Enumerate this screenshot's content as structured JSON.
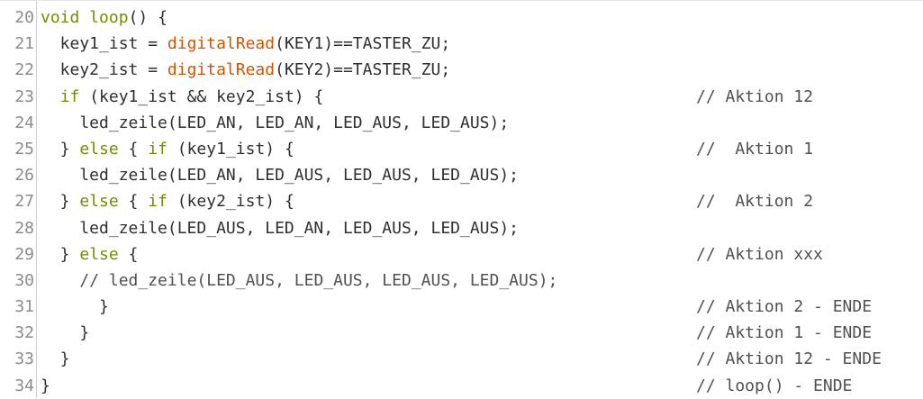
{
  "editor": {
    "lines": [
      {
        "num": "20",
        "parts": [
          {
            "t": "void",
            "c": "kw"
          },
          {
            "t": " ",
            "c": ""
          },
          {
            "t": "loop",
            "c": "kw"
          },
          {
            "t": "() {",
            "c": ""
          }
        ],
        "comment": ""
      },
      {
        "num": "21",
        "parts": [
          {
            "t": "  key1_ist = ",
            "c": ""
          },
          {
            "t": "digitalRead",
            "c": "fn"
          },
          {
            "t": "(KEY1)==TASTER_ZU;",
            "c": ""
          }
        ],
        "comment": ""
      },
      {
        "num": "22",
        "parts": [
          {
            "t": "  key2_ist = ",
            "c": ""
          },
          {
            "t": "digitalRead",
            "c": "fn"
          },
          {
            "t": "(KEY2)==TASTER_ZU;",
            "c": ""
          }
        ],
        "comment": ""
      },
      {
        "num": "23",
        "parts": [
          {
            "t": "  ",
            "c": ""
          },
          {
            "t": "if",
            "c": "kw"
          },
          {
            "t": " (key1_ist && key2_ist) {",
            "c": ""
          }
        ],
        "comment": "// Aktion 12"
      },
      {
        "num": "24",
        "parts": [
          {
            "t": "    led_zeile(LED_AN, LED_AN, LED_AUS, LED_AUS);",
            "c": ""
          }
        ],
        "comment": ""
      },
      {
        "num": "25",
        "parts": [
          {
            "t": "  } ",
            "c": ""
          },
          {
            "t": "else",
            "c": "kw"
          },
          {
            "t": " { ",
            "c": ""
          },
          {
            "t": "if",
            "c": "kw"
          },
          {
            "t": " (key1_ist) {",
            "c": ""
          }
        ],
        "comment": "//  Aktion 1"
      },
      {
        "num": "26",
        "parts": [
          {
            "t": "    led_zeile(LED_AN, LED_AUS, LED_AUS, LED_AUS);",
            "c": ""
          }
        ],
        "comment": ""
      },
      {
        "num": "27",
        "parts": [
          {
            "t": "  } ",
            "c": ""
          },
          {
            "t": "else",
            "c": "kw"
          },
          {
            "t": " { ",
            "c": ""
          },
          {
            "t": "if",
            "c": "kw"
          },
          {
            "t": " (key2_ist) {",
            "c": ""
          }
        ],
        "comment": "//  Aktion 2"
      },
      {
        "num": "28",
        "parts": [
          {
            "t": "    led_zeile(LED_AUS, LED_AN, LED_AUS, LED_AUS);",
            "c": ""
          }
        ],
        "comment": ""
      },
      {
        "num": "29",
        "parts": [
          {
            "t": "  } ",
            "c": ""
          },
          {
            "t": "else",
            "c": "kw"
          },
          {
            "t": " {",
            "c": ""
          }
        ],
        "comment": "// Aktion xxx"
      },
      {
        "num": "30",
        "parts": [
          {
            "t": "    ",
            "c": ""
          },
          {
            "t": "// led_zeile(LED_AUS, LED_AUS, LED_AUS, LED_AUS);",
            "c": "comment"
          }
        ],
        "comment": ""
      },
      {
        "num": "31",
        "parts": [
          {
            "t": "      }",
            "c": ""
          }
        ],
        "comment": "// Aktion 2 - ENDE"
      },
      {
        "num": "32",
        "parts": [
          {
            "t": "    }",
            "c": ""
          }
        ],
        "comment": "// Aktion 1 - ENDE"
      },
      {
        "num": "33",
        "parts": [
          {
            "t": "  }",
            "c": ""
          }
        ],
        "comment": "// Aktion 12 - ENDE"
      },
      {
        "num": "34",
        "parts": [
          {
            "t": "}",
            "c": ""
          }
        ],
        "comment": "// loop() - ENDE"
      }
    ]
  },
  "colors": {
    "keyword": "#728e00",
    "function": "#d35400",
    "text": "#2f2f2f",
    "line_number": "#8c8c8c",
    "comment": "#505050"
  }
}
